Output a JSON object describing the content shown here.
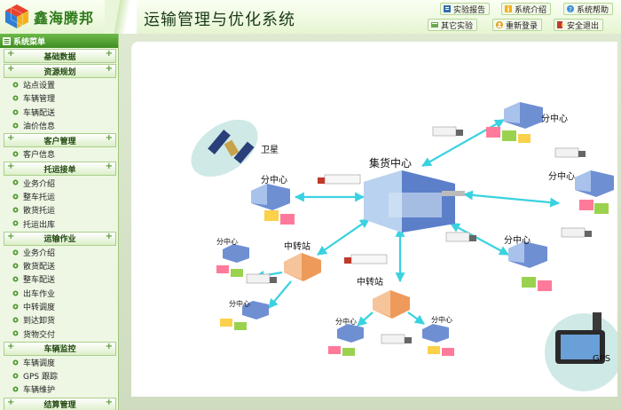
{
  "header": {
    "brand": "鑫海腾邦",
    "title": "运输管理与优化系统",
    "nav": [
      {
        "label": "实验报告",
        "icon": "report-icon"
      },
      {
        "label": "系统介绍",
        "icon": "info-icon"
      },
      {
        "label": "系统帮助",
        "icon": "help-icon"
      },
      {
        "label": "其它实验",
        "icon": "experiment-icon"
      },
      {
        "label": "重新登录",
        "icon": "relogin-icon"
      },
      {
        "label": "安全退出",
        "icon": "exit-icon"
      }
    ]
  },
  "sidebar": {
    "title": "系统菜单",
    "groups": [
      {
        "title": "基础数据",
        "items": []
      },
      {
        "title": "资源规划",
        "items": [
          "站点设置",
          "车辆管理",
          "车辆配送",
          "油价信息"
        ]
      },
      {
        "title": "客户管理",
        "items": [
          "客户信息"
        ]
      },
      {
        "title": "托运接单",
        "items": [
          "业务介绍",
          "整车托运",
          "散货托运",
          "托运出库"
        ]
      },
      {
        "title": "运输作业",
        "items": [
          "业务介绍",
          "散货配送",
          "整车配送",
          "出车作业",
          "中转调度",
          "到达卸货",
          "货物交付"
        ]
      },
      {
        "title": "车辆监控",
        "items": [
          "车辆调度",
          "GPS 跟踪",
          "车辆维护"
        ]
      },
      {
        "title": "结算管理",
        "items": []
      }
    ]
  },
  "diagram": {
    "satellite": "卫星",
    "hub": "集货中心",
    "distribution_center": "分中心",
    "transfer_station": "中转站",
    "gps": "GPS",
    "colors": {
      "arrow": "#3ad2e0",
      "warehouse": "#5b7fc9",
      "station": "#ee9a5a"
    }
  }
}
